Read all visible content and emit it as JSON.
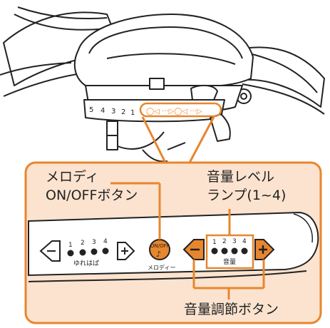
{
  "callout": {
    "melody_line1": "メロディ",
    "melody_line2": "ON/OFFボタン",
    "volume_lamp_line1": "音量レベル",
    "volume_lamp_line2": "ランプ(1~4)",
    "volume_adjust": "音量調節ボタン"
  },
  "panel": {
    "swing_numbers": [
      "1",
      "2",
      "3",
      "4"
    ],
    "swing_label": "ゆれはば",
    "melody_button_text": "ON/OFF",
    "melody_label": "メロディー",
    "volume_numbers": [
      "1",
      "2",
      "3",
      "4"
    ],
    "volume_label": "音量",
    "minus_symbol": "−",
    "plus_symbol": "+"
  },
  "device": {
    "top_scale_numbers": [
      "5",
      "4",
      "3",
      "2",
      "1"
    ]
  },
  "colors": {
    "accent": "#e8862e",
    "callout_fill": "#fbe3cf",
    "line": "#222222"
  }
}
